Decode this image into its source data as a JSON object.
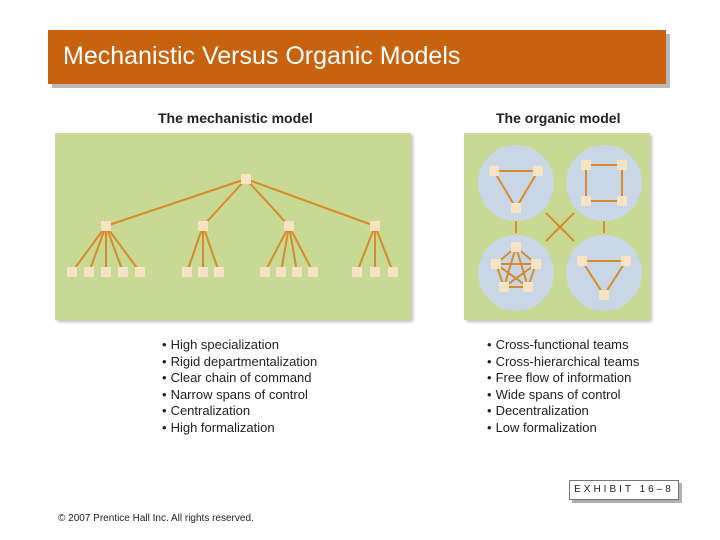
{
  "slide": {
    "title": "Mechanistic Versus Organic Models",
    "exhibit": "EXHIBIT 16–8",
    "copyright": "© 2007 Prentice Hall Inc. All rights reserved."
  },
  "mechanistic": {
    "heading": "The mechanistic model",
    "bullets": [
      "High specialization",
      "Rigid departmentalization",
      "Clear chain of command",
      "Narrow spans of control",
      "Centralization",
      "High formalization"
    ]
  },
  "organic": {
    "heading": "The organic model",
    "bullets": [
      "Cross-functional teams",
      "Cross-hierarchical teams",
      "Free flow of information",
      "Wide spans of control",
      "Decentralization",
      "Low formalization"
    ]
  },
  "colors": {
    "title_bar": "#c9620f",
    "panel_bg": "#c7d992",
    "node": "#f6e3c3",
    "line": "#d98b2b",
    "circle": "#c9d6e6"
  }
}
